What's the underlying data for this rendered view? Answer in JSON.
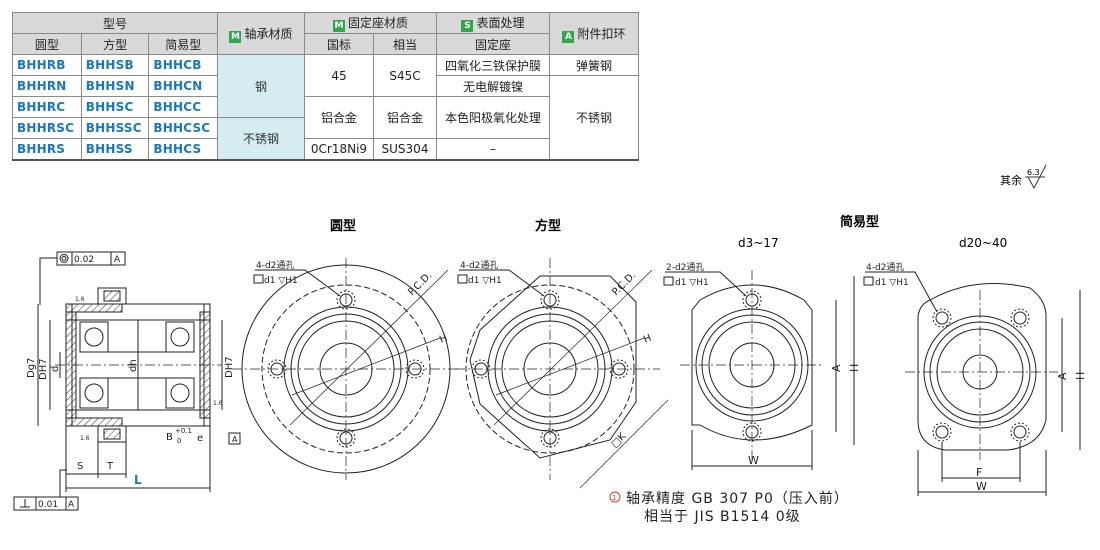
{
  "table": {
    "h_model": "型号",
    "h_bearing": "轴承材质",
    "h_seat": "固定座材质",
    "h_surface": "表面处理",
    "h_attach": "附件扣环",
    "tag_m": "M",
    "tag_s": "S",
    "tag_a": "A",
    "h_round": "圆型",
    "h_square": "方型",
    "h_simple": "简易型",
    "h_gb": "国标",
    "h_equiv": "相当",
    "h_fixseat": "固定座",
    "rows": [
      {
        "round": "BHHRB",
        "square": "BHHSB",
        "simple": "BHHCB"
      },
      {
        "round": "BHHRN",
        "square": "BHHSN",
        "simple": "BHHCN"
      },
      {
        "round": "BHHRC",
        "square": "BHHSC",
        "simple": "BHHCC"
      },
      {
        "round": "BHHRSC",
        "square": "BHHSSC",
        "simple": "BHHCSC"
      },
      {
        "round": "BHHRS",
        "square": "BHHSS",
        "simple": "BHHCS"
      }
    ],
    "bearing_steel": "钢",
    "bearing_stainless": "不锈钢",
    "gb_45": "45",
    "eq_s45c": "S45C",
    "gb_al": "铝合金",
    "eq_al": "铝合金",
    "gb_ss": "0Cr18Ni9",
    "eq_ss": "SUS304",
    "surf_1": "四氧化三铁保护膜",
    "surf_2": "无电解镀镍",
    "surf_3": "本色阳极氧化处理",
    "surf_4": "–",
    "attach_1": "弹簧钢",
    "attach_2": "不锈钢"
  },
  "roughness": {
    "label": "其余",
    "value": "6.3"
  },
  "views": {
    "round": "圆型",
    "square": "方型",
    "simple": "简易型",
    "d_small": "d3~17",
    "d_large": "d20~40"
  },
  "section": {
    "conc": "0.02",
    "datum": "A",
    "perp": "0.01",
    "dim_D": "Dg7",
    "dim_DH7": "DH7",
    "dim_d": "d",
    "dim_dh": "dh",
    "dim_DH7r": "DH7",
    "rough16": "1.6",
    "dim_S": "S",
    "dim_T": "T",
    "dim_L": "L",
    "dim_B": "B",
    "tol_up": "+0.1",
    "tol_lo": "0",
    "dim_e": "e"
  },
  "labels": {
    "hole4": "4-d2通孔",
    "hole2": "2-d2通孔",
    "cbore": "d1 ▽H1",
    "pcd": "P.C.D.",
    "H": "H",
    "K": "□K",
    "A": "A",
    "W": "W",
    "F": "F"
  },
  "note": {
    "line1": "轴承精度   GB  307  P0（压入前）",
    "line2": "相当于   JIS  B1514  0级"
  }
}
